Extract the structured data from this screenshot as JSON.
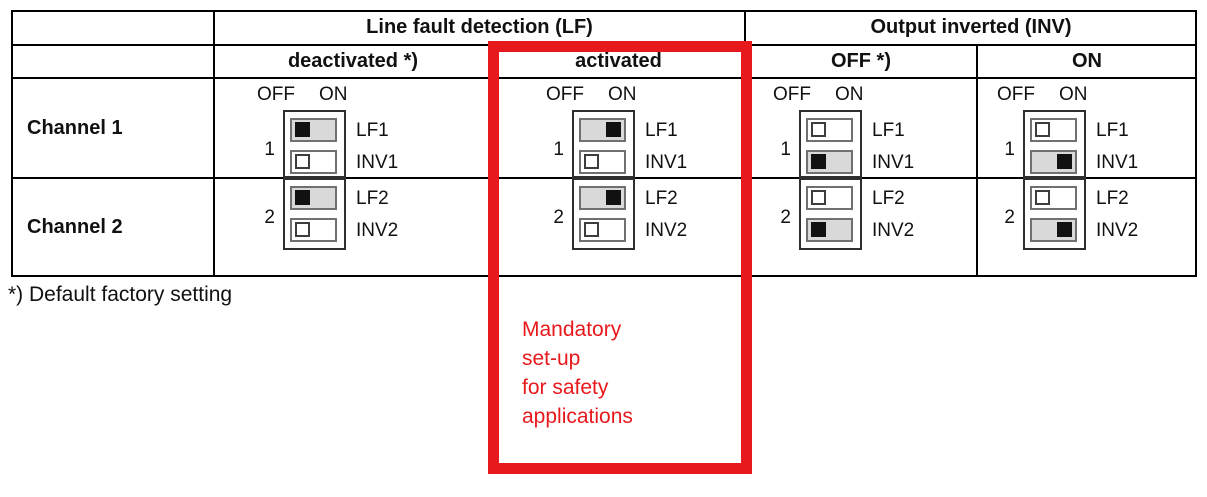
{
  "table": {
    "groups": [
      {
        "label": "Line fault detection (LF)"
      },
      {
        "label": "Output inverted (INV)"
      }
    ],
    "channel_rows": [
      "Channel 1",
      "Channel 2"
    ],
    "off_on": {
      "off": "OFF",
      "on": "ON"
    }
  },
  "columns": [
    {
      "group": "Line fault detection (LF)",
      "header": "deactivated *)",
      "channel1": {
        "number": "1",
        "switches": [
          {
            "label": "LF1",
            "highlighted": true,
            "position": "off"
          },
          {
            "label": "INV1",
            "highlighted": false,
            "position": "off"
          }
        ]
      },
      "channel2": {
        "number": "2",
        "switches": [
          {
            "label": "LF2",
            "highlighted": true,
            "position": "off"
          },
          {
            "label": "INV2",
            "highlighted": false,
            "position": "off"
          }
        ]
      }
    },
    {
      "group": "Line fault detection (LF)",
      "header": "activated",
      "channel1": {
        "number": "1",
        "switches": [
          {
            "label": "LF1",
            "highlighted": true,
            "position": "on"
          },
          {
            "label": "INV1",
            "highlighted": false,
            "position": "off"
          }
        ]
      },
      "channel2": {
        "number": "2",
        "switches": [
          {
            "label": "LF2",
            "highlighted": true,
            "position": "on"
          },
          {
            "label": "INV2",
            "highlighted": false,
            "position": "off"
          }
        ]
      }
    },
    {
      "group": "Output inverted (INV)",
      "header": "OFF *)",
      "channel1": {
        "number": "1",
        "switches": [
          {
            "label": "LF1",
            "highlighted": false,
            "position": "off"
          },
          {
            "label": "INV1",
            "highlighted": true,
            "position": "off"
          }
        ]
      },
      "channel2": {
        "number": "2",
        "switches": [
          {
            "label": "LF2",
            "highlighted": false,
            "position": "off"
          },
          {
            "label": "INV2",
            "highlighted": true,
            "position": "off"
          }
        ]
      }
    },
    {
      "group": "Output inverted (INV)",
      "header": "ON",
      "channel1": {
        "number": "1",
        "switches": [
          {
            "label": "LF1",
            "highlighted": false,
            "position": "off"
          },
          {
            "label": "INV1",
            "highlighted": true,
            "position": "on"
          }
        ]
      },
      "channel2": {
        "number": "2",
        "switches": [
          {
            "label": "LF2",
            "highlighted": false,
            "position": "off"
          },
          {
            "label": "INV2",
            "highlighted": true,
            "position": "on"
          }
        ]
      }
    }
  ],
  "footnote": "*) Default factory setting",
  "callout": {
    "lines": [
      "Mandatory",
      "set-up",
      "for safety",
      "applications"
    ],
    "border_color": "#e8191d",
    "text_color": "#e8191d"
  },
  "colors": {
    "switch_highlight_bg": "#d9d9d9",
    "switch_actuator": "#111111",
    "table_border": "#000000"
  }
}
